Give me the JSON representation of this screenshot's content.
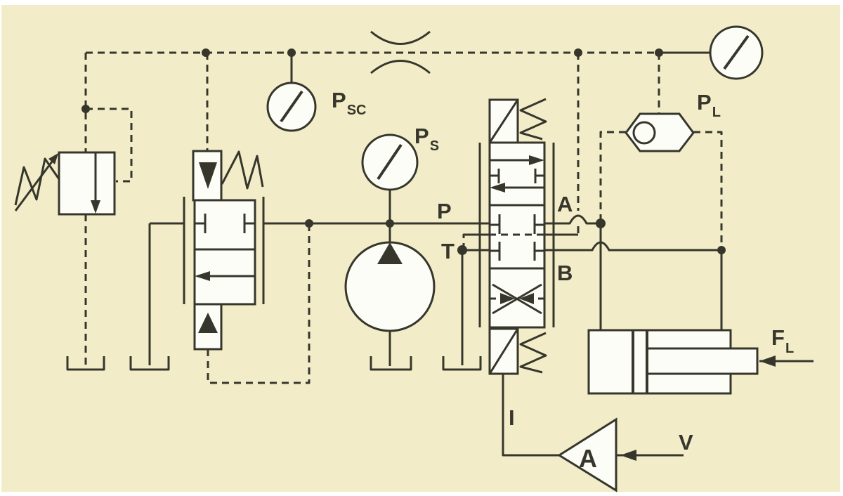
{
  "colors": {
    "background": "#f2edc8",
    "line": "#36362c",
    "component_fill": "#fdfdf7",
    "page": "#ffffff"
  },
  "labels": {
    "gauge_psc": {
      "main": "P",
      "sub": "SC"
    },
    "gauge_ps": {
      "main": "P",
      "sub": "S"
    },
    "gauge_pl": {
      "main": "P",
      "sub": "L"
    },
    "port_p": "P",
    "port_t": "T",
    "port_a": "A",
    "port_b": "B",
    "signal_current": "I",
    "signal_voltage": "V",
    "amplifier_gain": "A",
    "load_force": {
      "main": "F",
      "sub": "L"
    }
  }
}
